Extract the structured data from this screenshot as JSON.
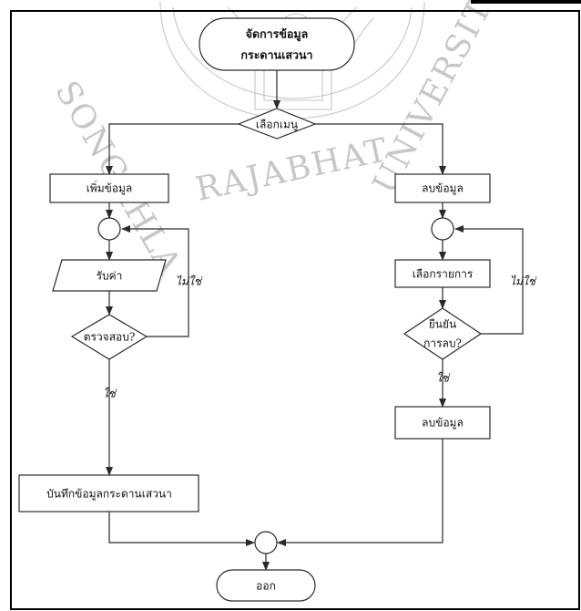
{
  "watermark": {
    "text_left": "SONGKHLA",
    "text_bottom": "RAJABHAT",
    "text_right": "UNIVERSITY"
  },
  "flowchart": {
    "start": {
      "line1": "จัดการข้อมูล",
      "line2": "กระดานเสวนา"
    },
    "menu_decision": "เลือกเมนู",
    "add_branch": {
      "process_add": "เพิ่มข้อมูล",
      "input_receive": "รับค่า",
      "decision_check": "ตรวจสอบ?",
      "label_no": "ไม่ใช่",
      "label_yes": "ใช่",
      "process_save": "บันทึกข้อมูลกระดานเสวนา"
    },
    "delete_branch": {
      "process_delete": "ลบข้อมูล",
      "process_select": "เลือกรายการ",
      "decision_confirm_line1": "ยืนยัน",
      "decision_confirm_line2": "การลบ?",
      "label_no": "ไม่ใช่",
      "label_yes": "ใช่",
      "process_delete_final": "ลบข้อมูล"
    },
    "end": "ออก"
  }
}
